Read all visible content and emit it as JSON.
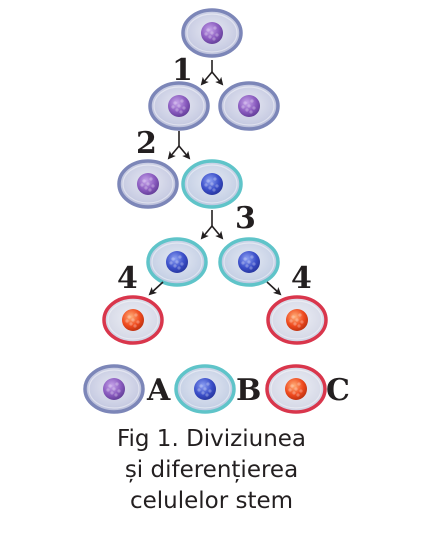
{
  "diagram": {
    "step_labels": {
      "step1": "1",
      "step2": "2",
      "step3": "3",
      "step4_left": "4",
      "step4_right": "4"
    },
    "legend": {
      "a": "A",
      "b": "B",
      "c": "C"
    },
    "cell_types": {
      "A": {
        "border": "#7c86b8",
        "body": "#c9cde3",
        "nucleus": "#8a5bbf"
      },
      "B": {
        "border": "#5fc4c9",
        "body": "#c8d2e6",
        "nucleus": "#3b4fc9"
      },
      "C": {
        "border": "#d9364c",
        "body": "#d8dbe8",
        "nucleus": "#ef4a1e"
      }
    },
    "icons": [
      "split-arrow-icon",
      "arrow-icon"
    ]
  },
  "caption": {
    "line1": "Fig 1. Diviziunea",
    "line2": "și diferențierea",
    "line3": "celulelor stem"
  }
}
